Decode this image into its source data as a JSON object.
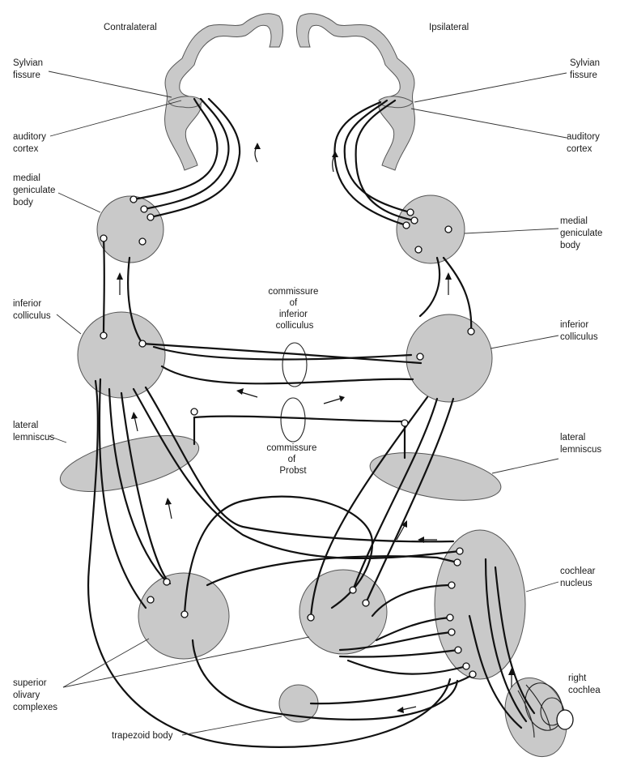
{
  "side_labels": {
    "contralateral": "Contralateral",
    "ipsilateral": "Ipsilateral"
  },
  "labels": {
    "sylvian_left": [
      "Sylvian",
      "fissure"
    ],
    "sylvian_right": [
      "Sylvian",
      "fissure"
    ],
    "auditory_left": [
      "auditory",
      "cortex"
    ],
    "auditory_right": [
      "auditory",
      "cortex"
    ],
    "medial_left": [
      "medial",
      "geniculate",
      "body"
    ],
    "medial_right": [
      "medial",
      "geniculate",
      "body"
    ],
    "inferior_left": [
      "inferior",
      "colliculus"
    ],
    "inferior_right": [
      "inferior",
      "colliculus"
    ],
    "commissure_inferior": [
      "commissure",
      "of",
      "inferior",
      "colliculus"
    ],
    "commissure_probst": [
      "commissure",
      "of",
      "Probst"
    ],
    "lateral_left": [
      "lateral",
      "lemniscus"
    ],
    "lateral_right": [
      "lateral",
      "lemniscus"
    ],
    "cochlear": [
      "cochlear",
      "nucleus"
    ],
    "right_cochlea": [
      "right",
      "cochlea"
    ],
    "superior_olivary": [
      "superior",
      "olivary",
      "complexes"
    ],
    "trapezoid": "trapezoid body"
  },
  "colors": {
    "nucleus_fill": "#c9c9c9",
    "fiber": "#111111",
    "background": "#ffffff"
  }
}
